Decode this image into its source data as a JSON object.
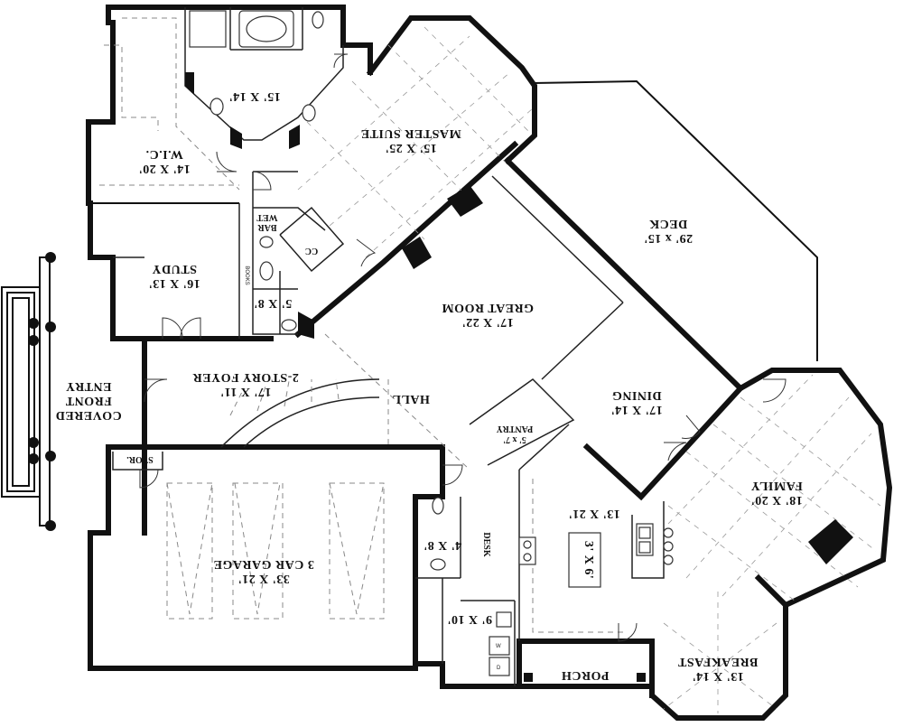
{
  "rooms": {
    "master_bath": {
      "size": "15' X 14'"
    },
    "master_suite": {
      "name": "MASTER SUITE",
      "size": "15' X 25'"
    },
    "wic": {
      "name": "W.I.C.",
      "size": "14' X 20'"
    },
    "deck": {
      "name": "DECK",
      "size": "29' x 15'"
    },
    "wet_bar": {
      "line1": "WET",
      "line2": "BAR"
    },
    "cc": {
      "name": "CC"
    },
    "study": {
      "name": "STUDY",
      "size": "16' X 13'"
    },
    "books": {
      "name": "BOOKS"
    },
    "powder": {
      "size": "5' X 8'"
    },
    "great_room": {
      "name": "GREAT ROOM",
      "size": "17' X 22'"
    },
    "foyer": {
      "name": "2-STORY FOYER",
      "size": "17' X 11'"
    },
    "covered_entry": {
      "line1": "COVERED",
      "line2": "FRONT",
      "line3": "ENTRY"
    },
    "hall": {
      "name": "HALL"
    },
    "pantry": {
      "name": "PANTRY",
      "size": "5' x 7'"
    },
    "dining": {
      "name": "DINING",
      "size": "17' X 14'"
    },
    "family": {
      "name": "FAMILY",
      "size": "18' X 20'"
    },
    "stor": {
      "name": "STOR."
    },
    "garage": {
      "name": "3 CAR GARAGE",
      "size": "33' X 21'"
    },
    "half_bath": {
      "size": "4' X 8'"
    },
    "desk": {
      "name": "DESK"
    },
    "kitchen": {
      "size": "13' X 21'"
    },
    "island": {
      "size": "3' X 6'"
    },
    "laundry": {
      "size": "9' X 10'"
    },
    "porch": {
      "name": "PORCH"
    },
    "breakfast": {
      "name": "BREAKFAST",
      "size": "13' X 14'"
    }
  },
  "appliances": {
    "washer": "W",
    "dryer": "D"
  }
}
